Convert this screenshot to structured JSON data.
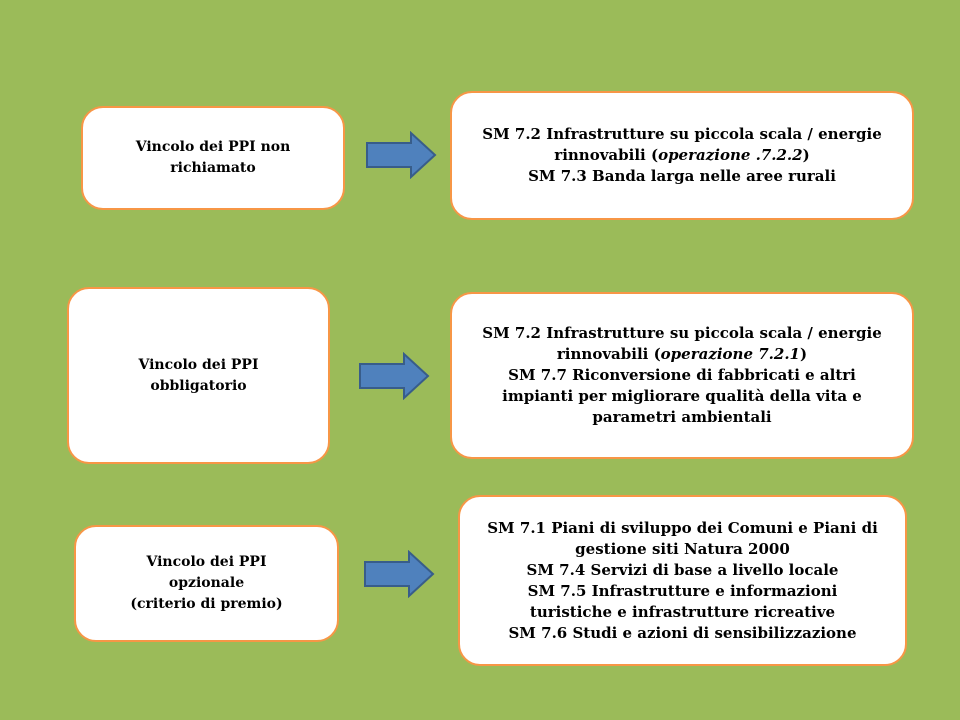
{
  "rows": [
    {
      "left_lines": [
        "Vincolo dei PPI non",
        "richiamato"
      ],
      "right_lines": [
        [
          "SM 7.2 Infrastrutture su piccola scala / energie"
        ],
        [
          "rinnovabili  (",
          {
            "em": "operazione .7.2.2"
          },
          ")"
        ],
        [
          "SM 7.3 Banda larga nelle aree rurali"
        ]
      ]
    },
    {
      "left_lines": [
        "Vincolo dei PPI",
        "obbligatorio"
      ],
      "right_lines": [
        [
          "SM 7.2 Infrastrutture su piccola scala / energie"
        ],
        [
          "rinnovabili (",
          {
            "em": "operazione 7.2.1"
          },
          ")"
        ],
        [
          "SM 7.7  Riconversione  di fabbricati  e altri"
        ],
        [
          "impianti per migliorare qualità della vita e"
        ],
        [
          "parametri ambientali"
        ]
      ]
    },
    {
      "left_lines": [
        "Vincolo dei PPI",
        "opzionale",
        "(criterio di premio)"
      ],
      "right_lines": [
        [
          "SM 7.1 Piani di sviluppo dei Comuni e Piani di"
        ],
        [
          "gestione siti Natura 2000"
        ],
        [
          "SM 7.4 Servizi di base a livello locale"
        ],
        [
          "SM 7.5 Infrastrutture  e informazioni"
        ],
        [
          "turistiche e infrastrutture ricreative"
        ],
        [
          "SM 7.6 Studi e azioni di sensibilizzazione"
        ]
      ]
    }
  ],
  "colors": {
    "background": "#9bbb59",
    "box_border": "#f79646",
    "arrow_fill": "#4f81bd",
    "arrow_stroke": "#385d8a"
  }
}
